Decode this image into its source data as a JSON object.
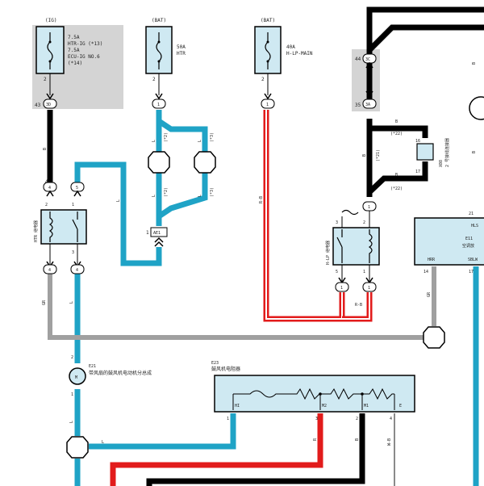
{
  "colors": {
    "blue": "#1fa3c6",
    "black": "#000000",
    "gray": "#a0a0a0",
    "red": "#e21b1b",
    "box_fill": "#cfe9f2",
    "shade": "#d4d4d4"
  },
  "fuse_ig": {
    "source": "(IG)",
    "lines": [
      "7.5A",
      "HTR-IG (*13)",
      "7.5A",
      "ECU-IG NO.6",
      "(*14)"
    ],
    "pin_top": "2",
    "conn_num": "43",
    "conn_id": "3D"
  },
  "fuse_htr": {
    "source": "(BAT)",
    "lines": [
      "50A",
      "HTR"
    ],
    "pin_top": "2",
    "conn_id": "1"
  },
  "fuse_main": {
    "source": "(BAT)",
    "lines": [
      "40A",
      "H-LP-MAIN"
    ],
    "pin_top": "2",
    "conn_id": "1"
  },
  "junction": {
    "num_top": "44",
    "id_top": "3C",
    "num_bottom": "35",
    "id_bottom": "3A"
  },
  "htr_relay": {
    "label": "HTR 继电器",
    "pins": [
      "4",
      "4",
      "5",
      "2",
      "1",
      "3",
      "4",
      "4"
    ]
  },
  "hlp_relay": {
    "label": "H-LP 继电器",
    "pins": [
      "1",
      "3",
      "2",
      "5",
      "1",
      "1",
      "1"
    ]
  },
  "connector_ae1": {
    "id": "AE1",
    "num": "1"
  },
  "conn_x08": {
    "code": "X08",
    "name": "2 号接线连接器",
    "pins": [
      "16",
      "17"
    ],
    "notes": [
      "(*22)",
      "(*21)",
      "(*22)"
    ]
  },
  "e11": {
    "code": "E11",
    "name": "空调放",
    "pins": [
      "21",
      "HLS",
      "HRR",
      "SBLW",
      "14",
      "17"
    ]
  },
  "e21": {
    "code": "E21",
    "name": "带风扇的鼓风机电动机分总成",
    "pins": [
      "2",
      "1"
    ]
  },
  "e23": {
    "code": "E23",
    "name": "鼓风机电阻器",
    "terminals": [
      "HI",
      "M2",
      "M1",
      "E"
    ],
    "pins": [
      "1",
      "3",
      "2",
      "4"
    ]
  },
  "wire_labels": {
    "B": "B",
    "L": "L",
    "GR": "GR",
    "RB": "R-B",
    "R": "R",
    "WB": "W-B",
    "n2": "(*2)",
    "n3": "(*3)",
    "n22": "(*22)",
    "n21": "(*21)"
  }
}
